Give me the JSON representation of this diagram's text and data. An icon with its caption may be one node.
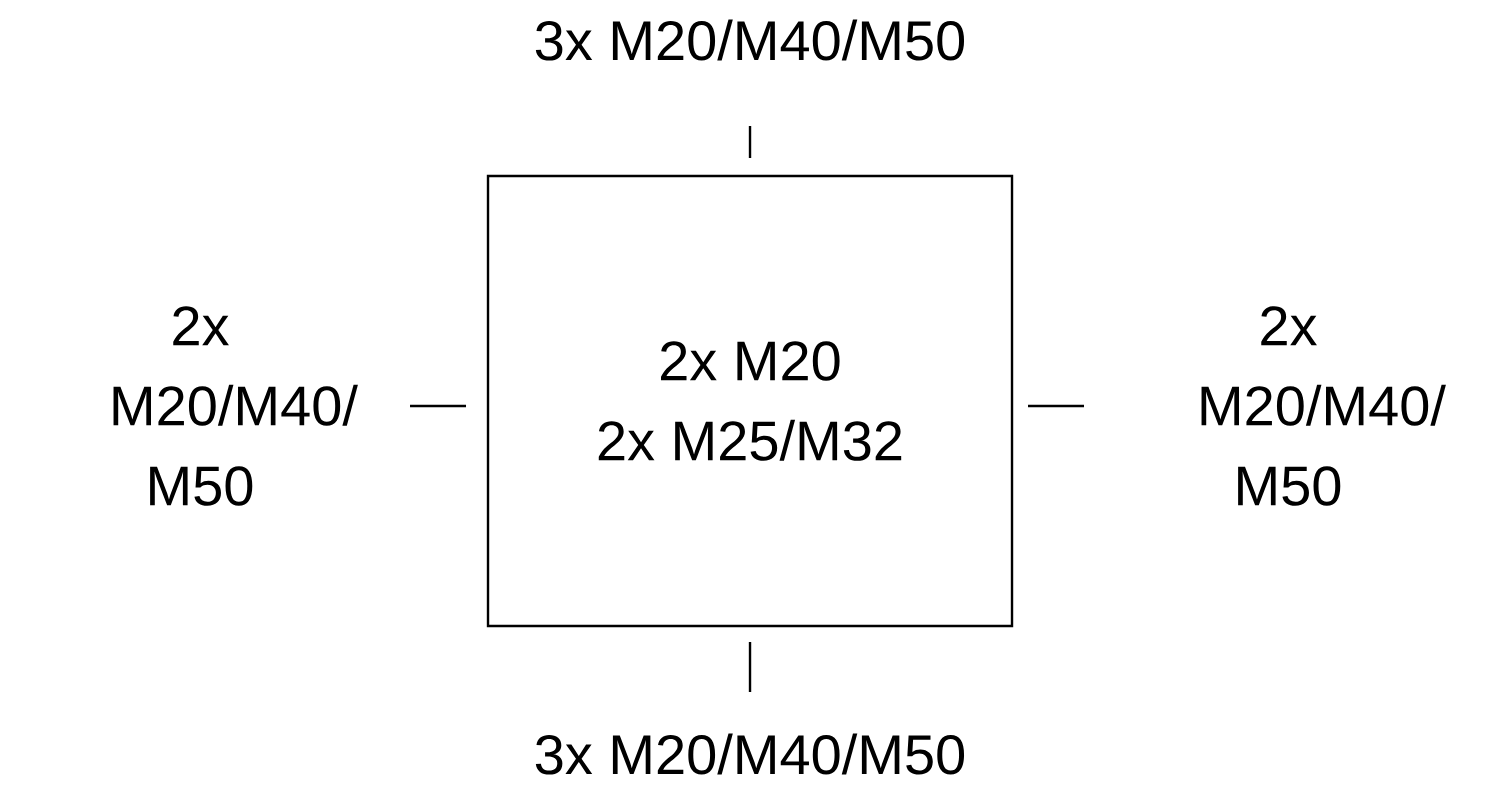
{
  "diagram": {
    "nodes": [
      {
        "text": [
          "2x M20",
          "2x M25/M32"
        ]
      }
    ],
    "labels": [
      "3x M20/M40/M50",
      "2x M20/M40/ M50",
      "2x M20/M40/ M50",
      "3x M20/M40/M50"
    ]
  }
}
